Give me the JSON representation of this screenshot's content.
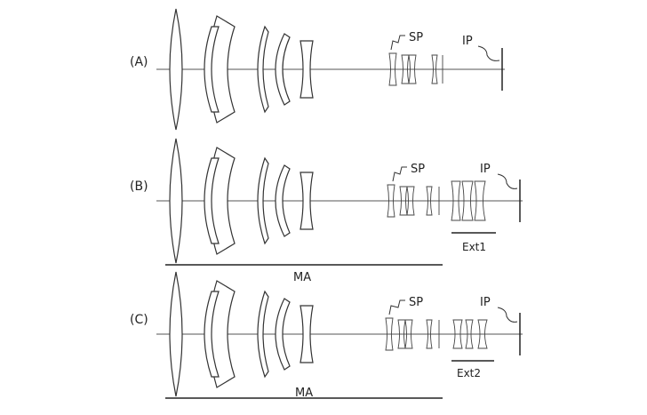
{
  "rows": [
    {
      "label": "(A)",
      "sp": "SP",
      "ip": "IP",
      "ext": "",
      "ma": ""
    },
    {
      "label": "(B)",
      "sp": "SP",
      "ip": "IP",
      "ext": "Ext1",
      "ma": "MA"
    },
    {
      "label": "(C)",
      "sp": "SP",
      "ip": "IP",
      "ext": "Ext2",
      "ma": "MA"
    }
  ]
}
